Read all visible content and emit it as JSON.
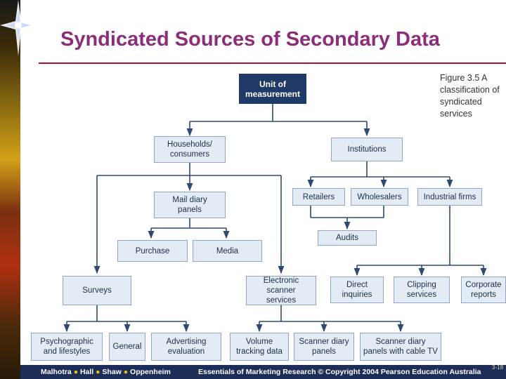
{
  "slide": {
    "title": "Syndicated Sources of Secondary Data",
    "caption": "Figure 3.5  A\nclassification of\nsyndicated services",
    "page_number": "3-18"
  },
  "footer": {
    "authors": [
      "Malhotra",
      "Hall",
      "Shaw",
      "Oppenheim"
    ],
    "separator": "●",
    "book": "Essentials of Marketing Research © Copyright 2004 Pearson Education Australia"
  },
  "diagram": {
    "nodes": {
      "unit": "Unit of\nmeasurement",
      "households": "Households/\nconsumers",
      "institutions": "Institutions",
      "mail_diary": "Mail diary\npanels",
      "purchase": "Purchase",
      "media": "Media",
      "retailers": "Retailers",
      "wholesalers": "Wholesalers",
      "industrial": "Industrial firms",
      "audits": "Audits",
      "surveys": "Surveys",
      "electronic_scanner": "Electronic scanner\nservices",
      "direct_inquiries": "Direct\ninquiries",
      "clipping": "Clipping\nservices",
      "corporate": "Corporate\nreports",
      "psychographic": "Psychographic\nand lifestyles",
      "general": "General",
      "advertising": "Advertising\nevaluation",
      "volume": "Volume\ntracking data",
      "scanner_diary": "Scanner diary\npanels",
      "scanner_diary_tv": "Scanner diary\npanels with cable TV"
    }
  },
  "colors": {
    "title": "#8b2d7a",
    "rule": "#b0102a",
    "box_fill": "#e3ecf5",
    "root_fill": "#1f3a66",
    "connector": "#2e4a72",
    "footer_bar": "#1c2d58",
    "footer_dot": "#e8c020"
  }
}
